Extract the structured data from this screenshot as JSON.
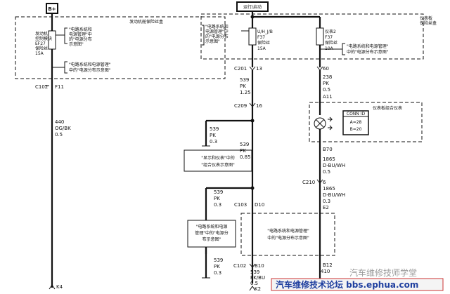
{
  "power_labels": {
    "left_power": "B+",
    "right_power": "运行/启动"
  },
  "modules": {
    "engine_fuse_block": "发动机舱保险丝盒",
    "ip_fuse_block_l1": "仪表板",
    "ip_fuse_block_l2": "保险丝盒",
    "cluster": "仪表板组合仪表"
  },
  "fuses": {
    "f1_l1": "发动机",
    "f1_l2": "控制模块",
    "f1_l3": "EF27",
    "f1_l4": "保险丝",
    "f1_l5": "15A",
    "f2_l1": "U/H_J/B",
    "f2_l2": "F37",
    "f2_l3": "保险丝",
    "f2_l4": "15A",
    "f3_l1": "仪表2",
    "f3_l2": "F37",
    "f3_l3": "保险丝",
    "f3_l4": "10A"
  },
  "notes": {
    "n1_l1": "\"电路系统和",
    "n1_l2": "电源管理\"中",
    "n1_l3": "的\"电源分布",
    "n1_l4": "示意图\"",
    "n2_l1": "\"电路系统和电源管理\"",
    "n2_l2": "中的\"电源分布示意图\"",
    "n3_l1": "\"电路系统和",
    "n3_l2": "电源管理\"中",
    "n3_l3": "的\"电源分布",
    "n3_l4": "示意图\"",
    "n4_l1": "\"电路系统和电源管理\"",
    "n4_l2": "中的\"电源分布示意图\"",
    "n5_l1": "\"显示和仪表\"中的",
    "n5_l2": "\"组合仪表示意图\"",
    "n6_l1": "\"电路系统和电源",
    "n6_l2": "管理\"中的\"电源分",
    "n6_l3": "布示意图\"",
    "n7_l1": "\"电路系统和电源管理\"",
    "n7_l2": "中的\"电源分布示意图\""
  },
  "connectors": {
    "c102_top": "C102",
    "f11": "F11",
    "c201": "C201",
    "pin13": "13",
    "pin60": "60",
    "a11": "A11",
    "c209": "C209",
    "pin16": "16",
    "b70": "B70",
    "c210": "C210",
    "pin6": "6",
    "c103": "C103",
    "d10": "D10",
    "e2": "E2",
    "c102_bot": "C102",
    "b10": "B10",
    "b12": "B12",
    "k4": "K4",
    "k2": "K2"
  },
  "wires": {
    "w440_num": "440",
    "w440_color": "OG/BK",
    "w440_size": "0.5",
    "w539a_num": "539",
    "w539a_color": "PK",
    "w539a_size": "1.25",
    "w238_num": "238",
    "w238_color": "PK",
    "w238_size": "0.5",
    "w539b_num": "539",
    "w539b_color": "PK",
    "w539b_size": "0.3",
    "w539c_num": "539",
    "w539c_color": "PK",
    "w539c_size": "0.85",
    "w1865a_num": "1865",
    "w1865a_color": "D-BU/WH",
    "w1865a_size": "0.5",
    "w1865b_num": "1865",
    "w1865b_color": "D-BU/WH",
    "w1865b_size": "0.3",
    "w539d_num": "539",
    "w539d_color": "PK",
    "w539d_size": "0.3",
    "w539e_num": "539",
    "w539e_color": "PK",
    "w539e_size": "0.3",
    "w539f_num": "539",
    "w539f_color": "PK/BU",
    "w539f_size": "0.5",
    "w410_num": "410"
  },
  "conn_id": {
    "title": "CONN ID",
    "a": "A=28",
    "b": "B=20"
  },
  "watermark": {
    "line1": "汽车维修技师学堂",
    "line2": "汽车维修技术论坛 bbs.ephua.com"
  }
}
